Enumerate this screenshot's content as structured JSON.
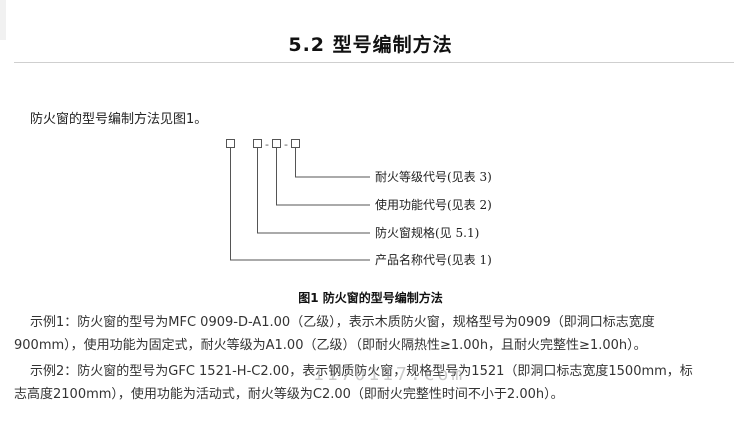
{
  "section": {
    "title": "5.2 型号编制方法"
  },
  "intro": {
    "text": "防火窗的型号编制方法见图1。"
  },
  "diagram": {
    "separators": [
      "-",
      "-"
    ],
    "labels": [
      "耐火等级代号(见表 3)",
      "使用功能代号(见表 2)",
      "防火窗规格(见 5.1)",
      "产品名称代号(见表 1)"
    ]
  },
  "figure": {
    "caption": "图1 防火窗的型号编制方法"
  },
  "examples": {
    "ex1": {
      "line1": "示例1：防火窗的型号为MFC 0909-D-A1.00（乙级），表示木质防火窗，规格型号为0909（即洞口标志宽度",
      "line2": "900mm），使用功能为固定式，耐火等级为A1.00（乙级）（即耐火隔热性≥1.00h，且耐火完整性≥1.00h）。"
    },
    "ex2": {
      "line1": "示例2：防火窗的型号为GFC 1521-H-C2.00，表示钢质防火窗，规格型号为1521（即洞口标志宽度1500mm，标",
      "line2": "志高度2100mm），使用功能为活动式，耐火等级为C2.00（即耐火完整性时间不小于2.00h）。"
    }
  },
  "watermark": {
    "text": "1170117.com"
  },
  "colors": {
    "text": "#222222",
    "rule": "#cfcfcf",
    "diagram_line": "#555555"
  }
}
